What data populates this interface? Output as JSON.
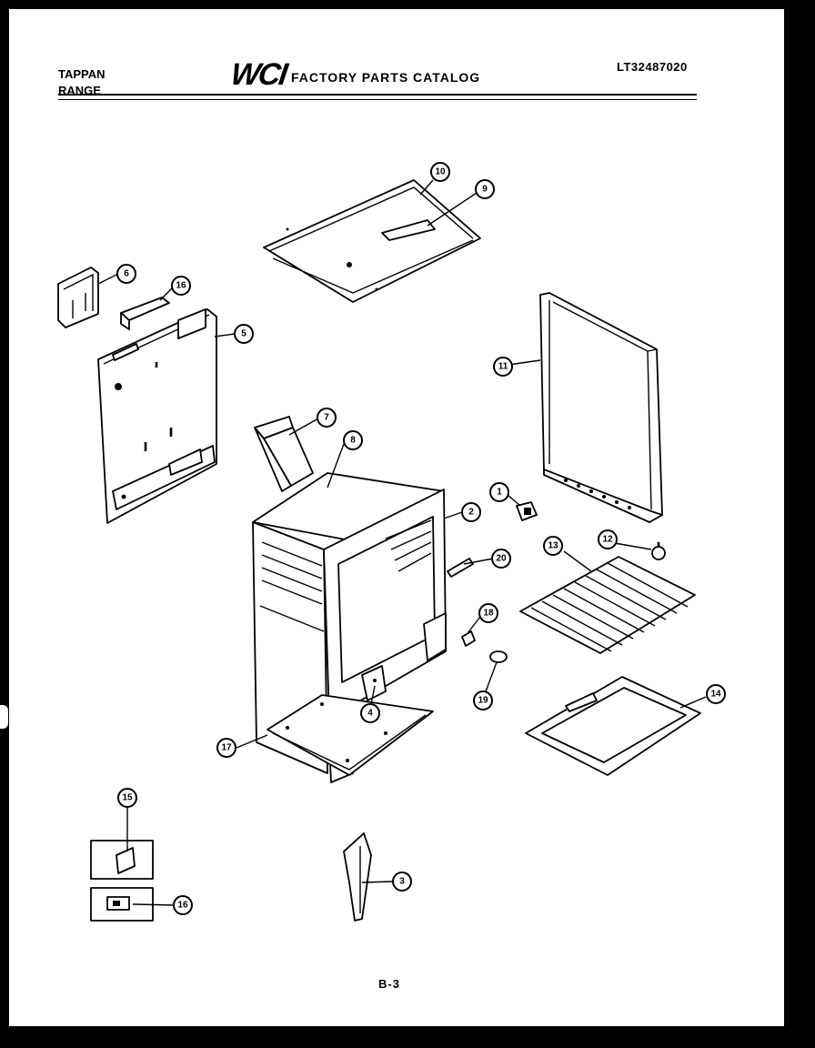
{
  "header": {
    "brand_line1": "TAPPAN",
    "brand_line2": "RANGE",
    "logo": "WCI",
    "catalog_title": "FACTORY PARTS CATALOG",
    "model_number": "LT32487020"
  },
  "callouts": {
    "c1": "1",
    "c2": "2",
    "c3": "3",
    "c4": "4",
    "c5": "5",
    "c6": "6",
    "c7": "7",
    "c8": "8",
    "c9": "9",
    "c10": "10",
    "c11": "11",
    "c12": "12",
    "c13": "13",
    "c14": "14",
    "c15": "15",
    "c16a": "16",
    "c16b": "16",
    "c17": "17",
    "c18": "18",
    "c19": "19",
    "c20": "20"
  },
  "footer": {
    "page_number": "B-3"
  }
}
